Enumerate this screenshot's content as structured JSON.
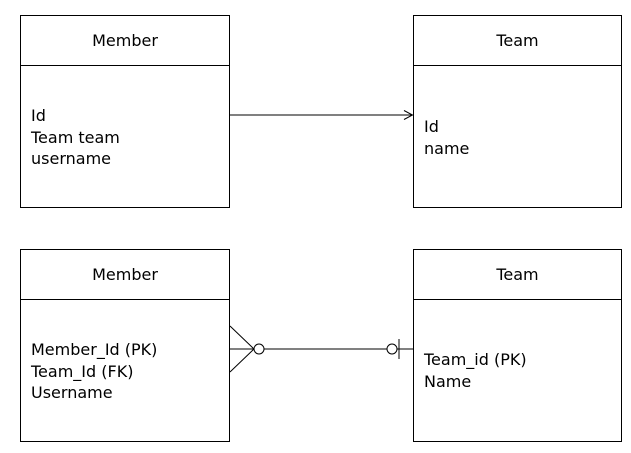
{
  "diagram": {
    "top": {
      "member": {
        "title": "Member",
        "attributes": [
          "Id",
          "Team team",
          "username"
        ]
      },
      "team": {
        "title": "Team",
        "attributes": [
          "Id",
          "name"
        ]
      }
    },
    "bottom": {
      "member": {
        "title": "Member",
        "attributes": [
          "Member_Id (PK)",
          "Team_Id (FK)",
          "Username"
        ]
      },
      "team": {
        "title": "Team",
        "attributes": [
          "Team_id (PK)",
          "Name"
        ]
      }
    }
  }
}
